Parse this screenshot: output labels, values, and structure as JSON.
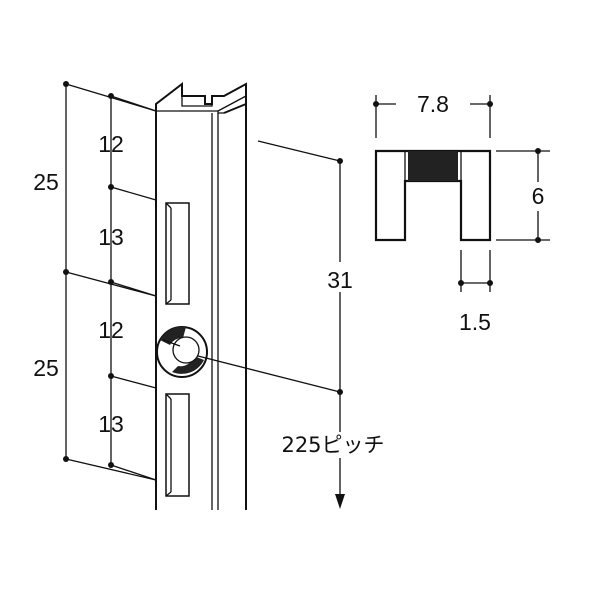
{
  "left_dimensions": {
    "upper_total": "25",
    "upper_top": "12",
    "upper_bottom": "13",
    "lower_total": "25",
    "lower_top": "12",
    "lower_bottom": "13"
  },
  "hole_spacing": "31",
  "pitch_label": "225ピッチ",
  "cross_section": {
    "width": "7.8",
    "height": "6",
    "wall": "1.5"
  },
  "colors": {
    "line": "#111111",
    "background": "#ffffff",
    "section_fill": "#222222"
  }
}
